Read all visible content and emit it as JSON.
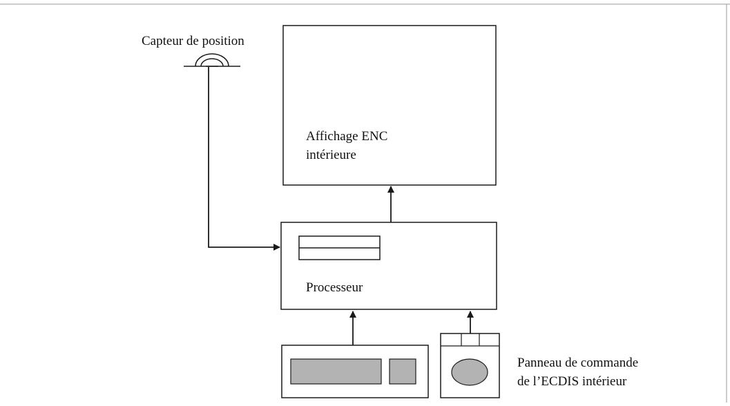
{
  "labels": {
    "position_sensor": "Capteur de position",
    "display_line1": "Affichage ENC",
    "display_line2": "intérieure",
    "processor": "Processeur",
    "control_panel_line1": "Panneau de commande",
    "control_panel_line2": "de l’ECDIS intérieur"
  },
  "colors": {
    "stroke": "#1a1a1a",
    "key_fill": "#b3b3b3",
    "background": "#ffffff"
  },
  "icons": {
    "sensor": "antenna-dome-icon",
    "keyboard": "keyboard-icon",
    "trackball": "trackball-icon"
  }
}
